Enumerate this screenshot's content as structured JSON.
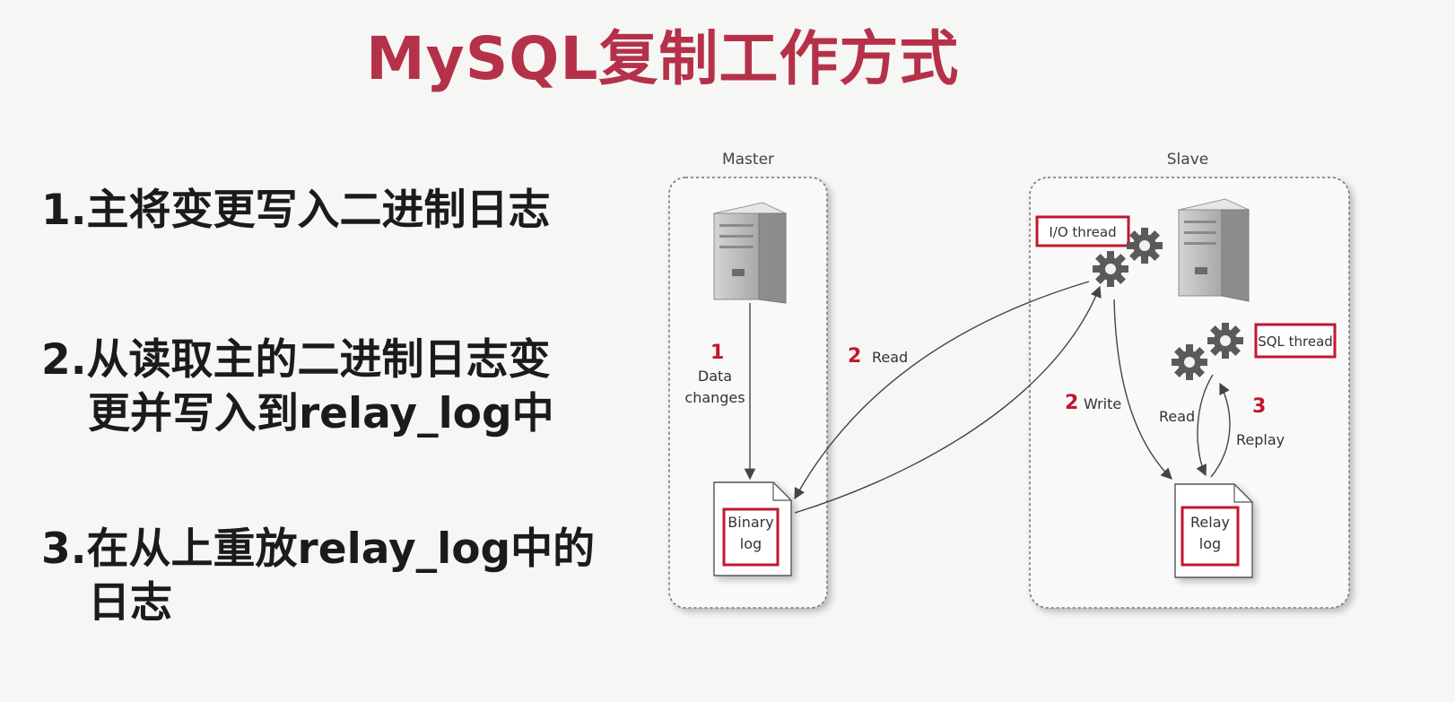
{
  "title": "MySQL复制工作方式",
  "steps": [
    {
      "line1": "1.主将变更写入二进制日志",
      "line2": ""
    },
    {
      "line1": "2.从读取主的二进制日志变",
      "line2": "更并写入到relay_log中"
    },
    {
      "line1": "3.在从上重放relay_log中的",
      "line2": "日志"
    }
  ],
  "diagram": {
    "master_label": "Master",
    "slave_label": "Slave",
    "binary_log": [
      "Binary",
      "log"
    ],
    "relay_log": [
      "Relay",
      "log"
    ],
    "io_thread": "I/O thread",
    "sql_thread": "SQL thread",
    "step1_num": "1",
    "step1_text": [
      "Data",
      "changes"
    ],
    "read_num": "2",
    "read_text": "Read",
    "write_num": "2",
    "write_text": "Write",
    "slave_read_text": "Read",
    "replay_num": "3",
    "replay_text": "Replay"
  },
  "colors": {
    "title": "#b5314a",
    "highlight_box": "#c0182e",
    "step_number": "#c0182e"
  }
}
